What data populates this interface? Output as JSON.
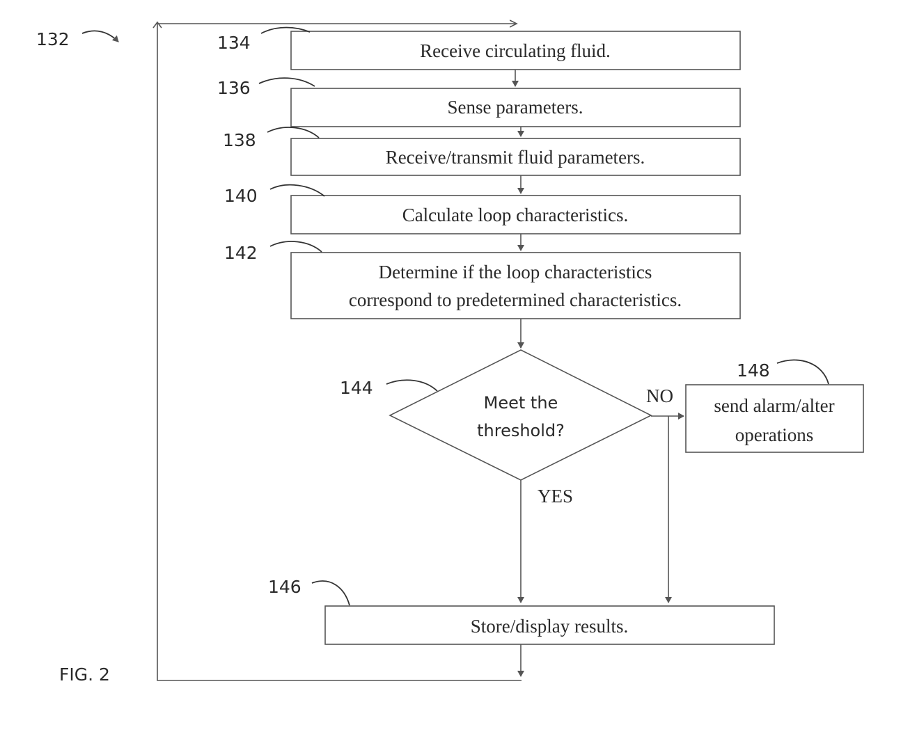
{
  "figure": {
    "ref_overall": "132",
    "label": "FIG. 2"
  },
  "steps": [
    {
      "ref": "134",
      "text": "Receive circulating fluid."
    },
    {
      "ref": "136",
      "text": "Sense parameters."
    },
    {
      "ref": "138",
      "text": "Receive/transmit fluid parameters."
    },
    {
      "ref": "140",
      "text": "Calculate loop characteristics."
    },
    {
      "ref": "142",
      "text_line1": "Determine if the loop characteristics",
      "text_line2": "correspond to predetermined characteristics."
    }
  ],
  "decision": {
    "ref": "144",
    "text_line1": "Meet the",
    "text_line2": "threshold?",
    "yes_label": "YES",
    "no_label": "NO"
  },
  "alarm": {
    "ref": "148",
    "text_line1": "send alarm/alter",
    "text_line2": "operations"
  },
  "store": {
    "ref": "146",
    "text": "Store/display results."
  }
}
